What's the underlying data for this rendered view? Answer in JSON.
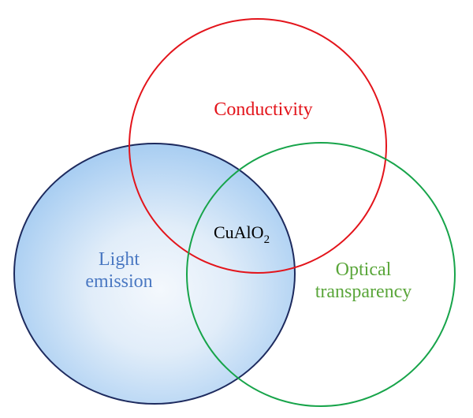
{
  "diagram": {
    "circles": {
      "conductivity": {
        "label": "Conductivity",
        "stroke_color": "#e3141b"
      },
      "light_emission": {
        "label_line1": "Light",
        "label_line2": "emission",
        "stroke_color": "#1d2a5e",
        "fill_center_color": "#f4f8fd",
        "fill_edge_color": "#a9cef2",
        "label_color": "#4a78c2"
      },
      "optical_transparency": {
        "label_line1": "Optical",
        "label_line2": "transparency",
        "stroke_color": "#17a44a",
        "label_color": "#5aa63a"
      }
    },
    "center": {
      "label_main": "CuAlO",
      "label_subscript": "2",
      "color": "#000000"
    }
  }
}
